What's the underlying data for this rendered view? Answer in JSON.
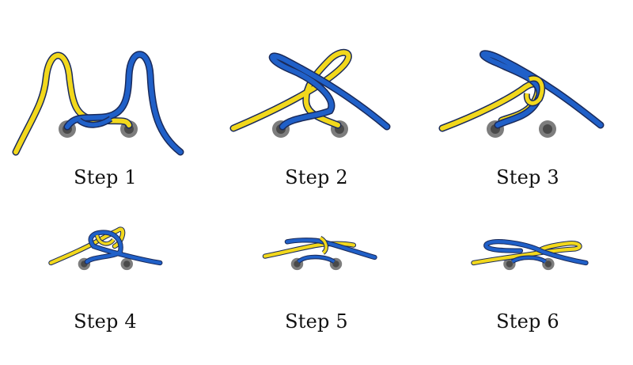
{
  "steps": [
    {
      "label": "Step 1"
    },
    {
      "label": "Step 2"
    },
    {
      "label": "Step 3"
    },
    {
      "label": "Step 4"
    },
    {
      "label": "Step 5"
    },
    {
      "label": "Step 6"
    }
  ],
  "colors": {
    "yellow_lace": "#f2d81c",
    "blue_lace": "#2060c8",
    "lace_outline": "#1a2a5a",
    "eyelet": "#8a8a8a",
    "eyelet_center": "#4a4a4a",
    "text": "#111111"
  }
}
